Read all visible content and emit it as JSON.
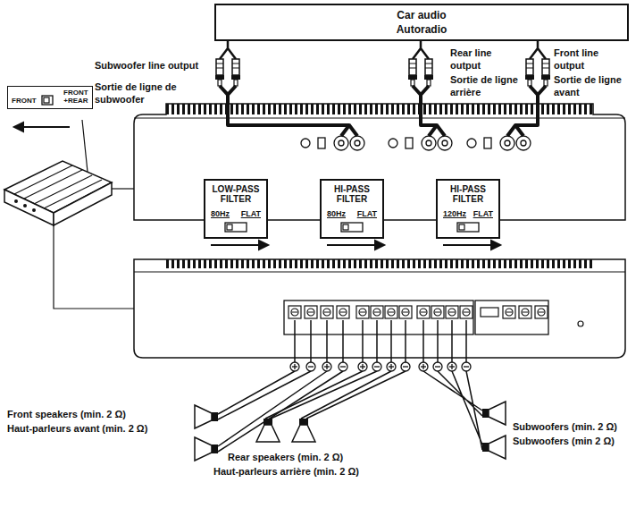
{
  "diagram": {
    "nodes": [
      {
        "text": [
          "Car audio",
          "Autoradio"
        ]
      },
      {
        "text": [
          "FRONT",
          "FRONT +REAR"
        ]
      },
      {
        "text": [
          "LOW-PASS FILTER",
          "80Hz",
          "FLAT"
        ]
      },
      {
        "text": [
          "HI-PASS FILTER",
          "80Hz",
          "FLAT"
        ]
      },
      {
        "text": [
          "HI-PASS FILTER",
          "120Hz",
          "FLAT"
        ]
      }
    ],
    "labels": [
      "Subwoofer line output",
      "Sortie de ligne de subwoofer",
      "Rear line output",
      "Sortie de ligne arrière",
      "Front line output",
      "Sortie de ligne avant",
      "Front speakers (min. 2 Ω)",
      "Haut-parleurs avant (min. 2 Ω)",
      "Rear speakers (min. 2 Ω)",
      "Haut-parleurs arrière (min. 2 Ω)",
      "Subwoofers (min. 2 Ω)",
      "Subwoofers (min 2 Ω)"
    ]
  }
}
